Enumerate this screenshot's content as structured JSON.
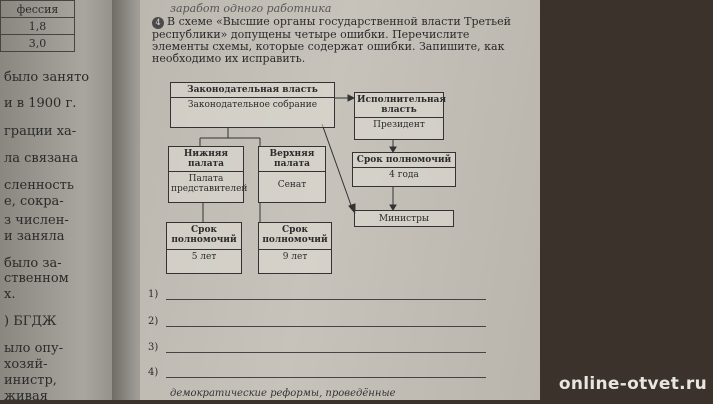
{
  "left_page": {
    "table_header": "фессия",
    "table_values": [
      "1,8",
      "3,0"
    ],
    "lines": [
      "было занято",
      "и в 1900 г.",
      "грации ха-",
      "ла связана",
      "сленность",
      "е, сокра-",
      "з числен-",
      "и заняла",
      "было за-",
      "ственном",
      "х.",
      ") БГДЖ",
      "ыло опу-",
      "хозяй-",
      "инистр,",
      "живая"
    ]
  },
  "right_page": {
    "header": "заработ одного работника",
    "task_number": "4",
    "task_text": "В схеме «Высшие органы государственной власти Третьей республики» допущены четыре ошибки. Перечислите элементы схемы, которые содержат ошибки. Запишите, как необходимо их исправить.",
    "diagram": {
      "legislative_title": "Законодательная власть",
      "legislative_body": "Законодательное собрание",
      "lower_title": "Нижняя палата",
      "lower_body": "Палата представителей",
      "upper_title": "Верхняя палата",
      "upper_body": "Сенат",
      "term_lower_title": "Срок полномочий",
      "term_lower_value": "5 лет",
      "term_upper_title": "Срок полномочий",
      "term_upper_value": "9 лет",
      "executive_title": "Исполнительная власть",
      "executive_body": "Президент",
      "term_exec_title": "Срок полномочий",
      "term_exec_value": "4 года",
      "ministers": "Министры"
    },
    "answers": [
      "1)",
      "2)",
      "3)",
      "4)"
    ],
    "footer": "демократические реформы, проведённые"
  },
  "watermark": "online-otvet.ru"
}
